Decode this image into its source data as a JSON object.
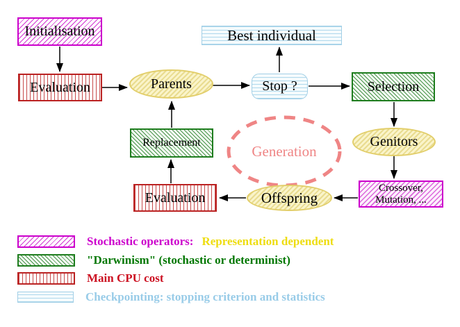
{
  "diagram": {
    "nodes": {
      "initialisation": "Initialisation",
      "evaluation_top": "Evaluation",
      "parents": "Parents",
      "best_individual": "Best individual",
      "stop": "Stop ?",
      "selection": "Selection",
      "genitors": "Genitors",
      "crossover_line1": "Crossover,",
      "crossover_line2": "Mutation, ...",
      "offspring": "Offspring",
      "evaluation_bottom": "Evaluation",
      "replacement": "Replacement",
      "generation": "Generation"
    },
    "colors": {
      "stochastic_magenta": "#cc00cc",
      "cpu_red": "#bb2222",
      "darwinism_green": "#1e7d1e",
      "darwinism_text_green": "#007700",
      "representation_yellow": "#eedd11",
      "checkpoint_cyan": "#99cce8",
      "generation_salmon": "#ef8585",
      "arrow_black": "#000000"
    }
  },
  "legend": {
    "items": [
      {
        "swatch": "magenta-diagonal-hatch",
        "label": "Stochastic operators:",
        "label_suffix": "Representation dependent"
      },
      {
        "swatch": "green-diagonal-hatch",
        "label": "\"Darwinism\" (stochastic or determinist)"
      },
      {
        "swatch": "red-vertical-lines",
        "label": "Main CPU cost"
      },
      {
        "swatch": "cyan-horizontal-lines",
        "label": "Checkpointing: stopping criterion and statistics"
      }
    ]
  }
}
